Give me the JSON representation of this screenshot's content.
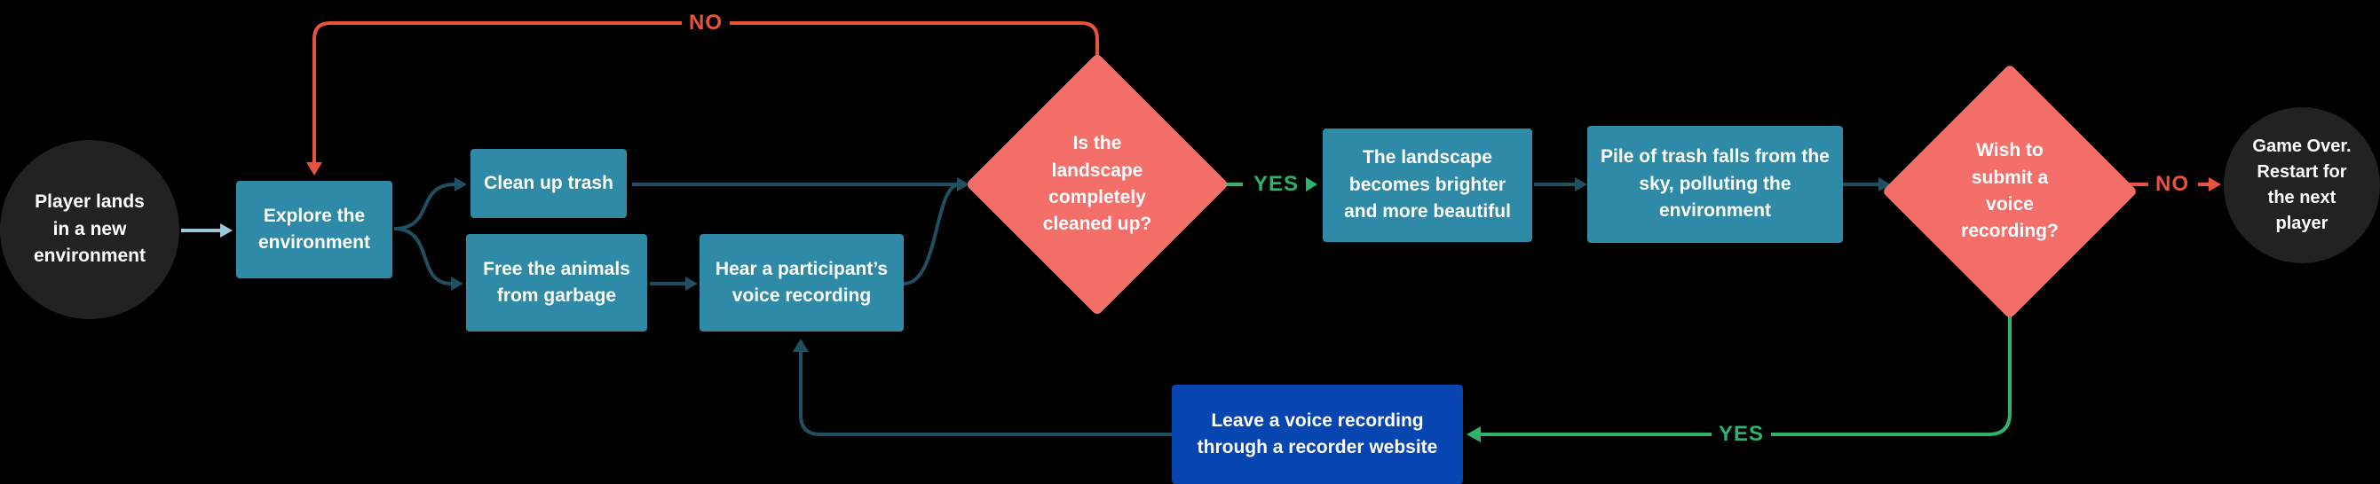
{
  "colors": {
    "background": "#000000",
    "terminal": "#222222",
    "process": "#2e8aa6",
    "process_highlight": "#0745b0",
    "decision": "#f56f6a",
    "no_path": "#e8533c",
    "yes_path": "#2fb36a",
    "flow": "#1f4f61"
  },
  "nodes": {
    "start": "Player lands\nin a new\nenvironment",
    "explore": "Explore the\nenvironment",
    "clean": "Clean up trash",
    "free": "Free the animals\nfrom garbage",
    "hear": "Hear a participant’s\nvoice recording",
    "decision_clean": "Is the\nlandscape\ncompletely\ncleaned up?",
    "brighter": "The landscape\nbecomes brighter\nand more beautiful",
    "pile": "Pile of trash falls from the\nsky, polluting the\nenvironment",
    "decision_voice": "Wish to\nsubmit a\nvoice\nrecording?",
    "leave": "Leave a voice recording\nthrough a recorder website",
    "end": "Game Over.\nRestart for\nthe next\nplayer"
  },
  "edge_labels": {
    "no_top": "NO",
    "yes_clean": "YES",
    "no_voice": "NO",
    "yes_voice": "YES"
  }
}
